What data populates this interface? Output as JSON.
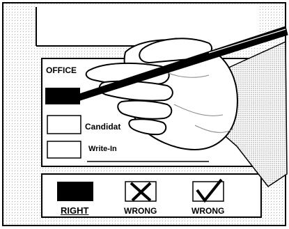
{
  "ballot": {
    "office_label": "OFFICE",
    "candidate_label": "Candidat",
    "writein_label": "Write-In"
  },
  "legend": {
    "right_label": "RIGHT",
    "wrong1_label": "WRONG",
    "wrong2_label": "WRONG"
  },
  "colors": {
    "ink": "#000000",
    "paper": "#ffffff",
    "shading": "#9a9a9a"
  }
}
